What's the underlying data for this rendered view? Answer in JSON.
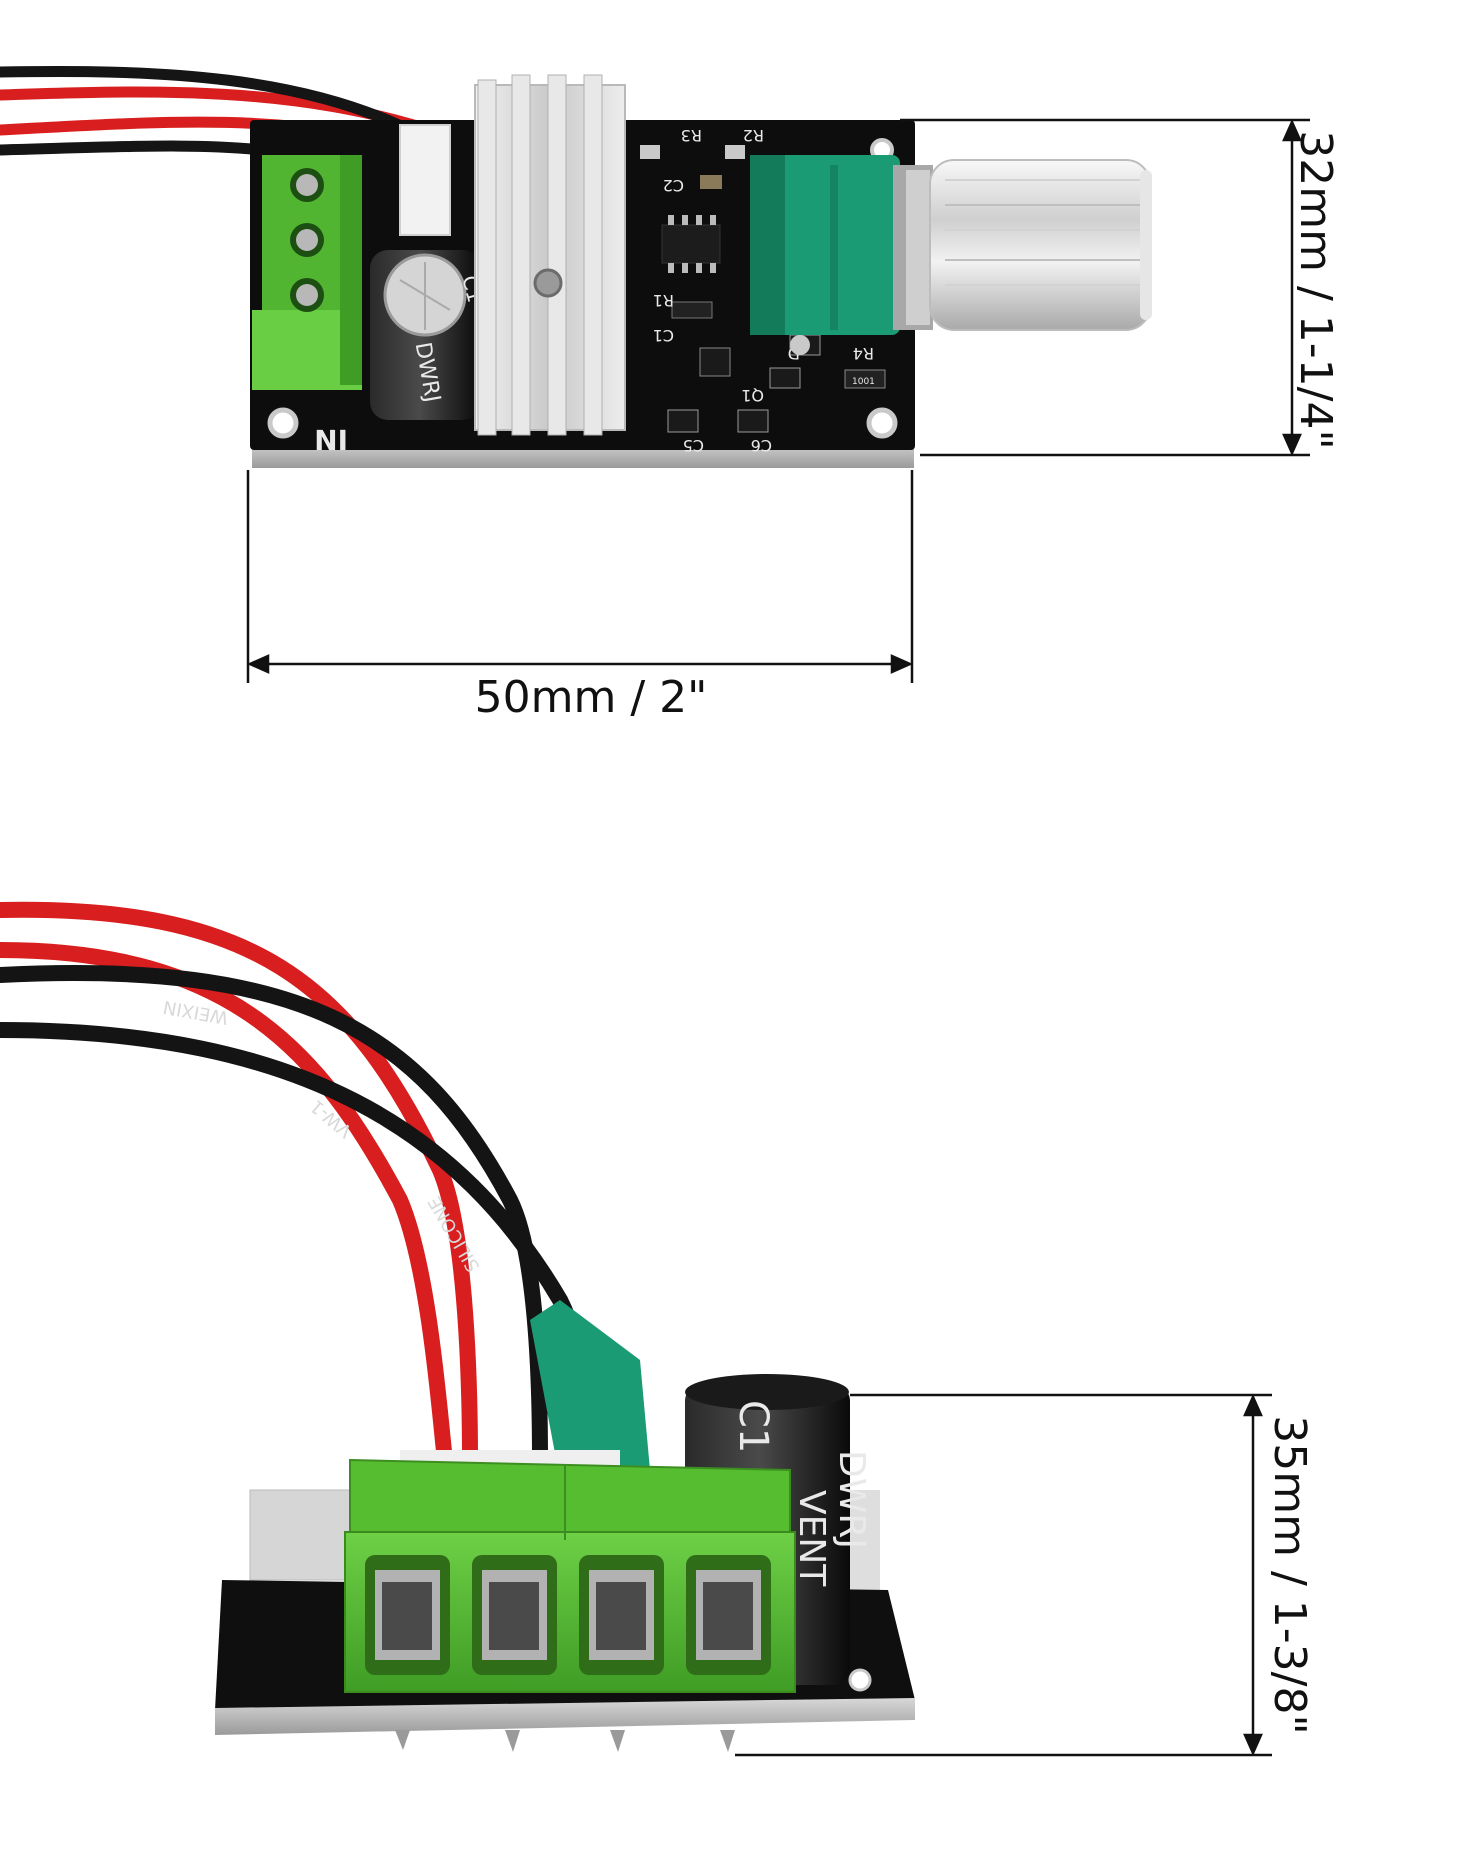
{
  "dimensions": {
    "height_top": "32mm / 1-1/4\"",
    "width": "50mm / 2\"",
    "height_bottom": "35mm / 1-3/8\""
  },
  "board_labels": {
    "input": "IN",
    "r3": "R3",
    "r2": "R2",
    "c2": "C2",
    "r1": "R1",
    "c1": "C1",
    "q1": "Q1",
    "r4": "R4",
    "c5": "C5",
    "c6": "C6",
    "d": "D",
    "res_code": "1001"
  },
  "capacitor_labels": {
    "top_brand": "DWRJ",
    "top_code": "C1",
    "side_code": "C1",
    "side_brand": "DWRJ",
    "side_vent": "VENT"
  },
  "cable_print": {
    "line1": "WEIXIN",
    "line2": "VW-1",
    "line3": "SILICONE"
  },
  "colors": {
    "pcb": "#0d0d0d",
    "terminal": "#5cbf3a",
    "potentiometer": "#1a9b74",
    "wire_red": "#d81e1e",
    "wire_black": "#111111",
    "heatsink": "#d9d9d9",
    "knob": "#e4e4e4"
  }
}
